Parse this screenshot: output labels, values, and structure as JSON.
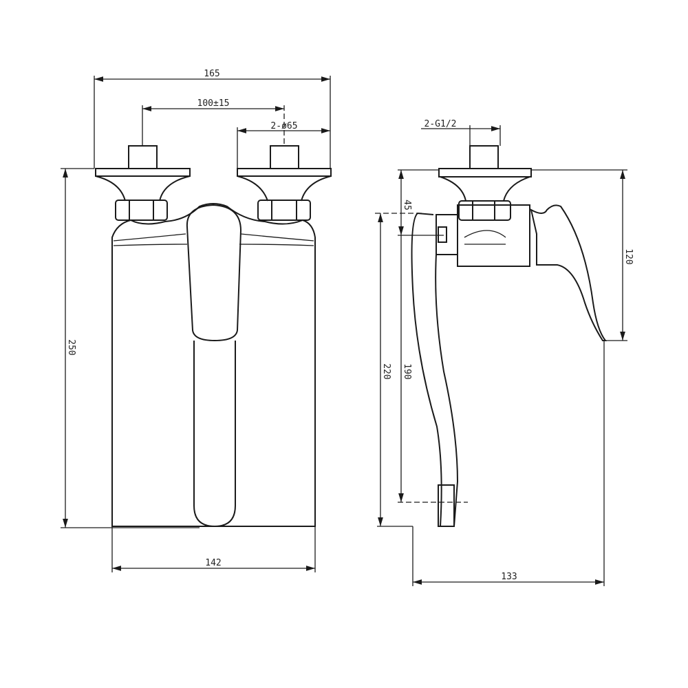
{
  "front_view": {
    "dim_overall_width": "165",
    "dim_inlet_spacing": "100±15",
    "dim_flange_diameter": "2-ø65",
    "dim_height": "250",
    "dim_body_width": "142"
  },
  "side_view": {
    "dim_thread": "2-G1/2",
    "dim_offset": "45",
    "dim_handle_height": "120",
    "dim_spout_height": "220",
    "dim_spout_inner": "190",
    "dim_depth": "133"
  },
  "colors": {
    "line": "#1a1a1a",
    "background": "#ffffff"
  }
}
